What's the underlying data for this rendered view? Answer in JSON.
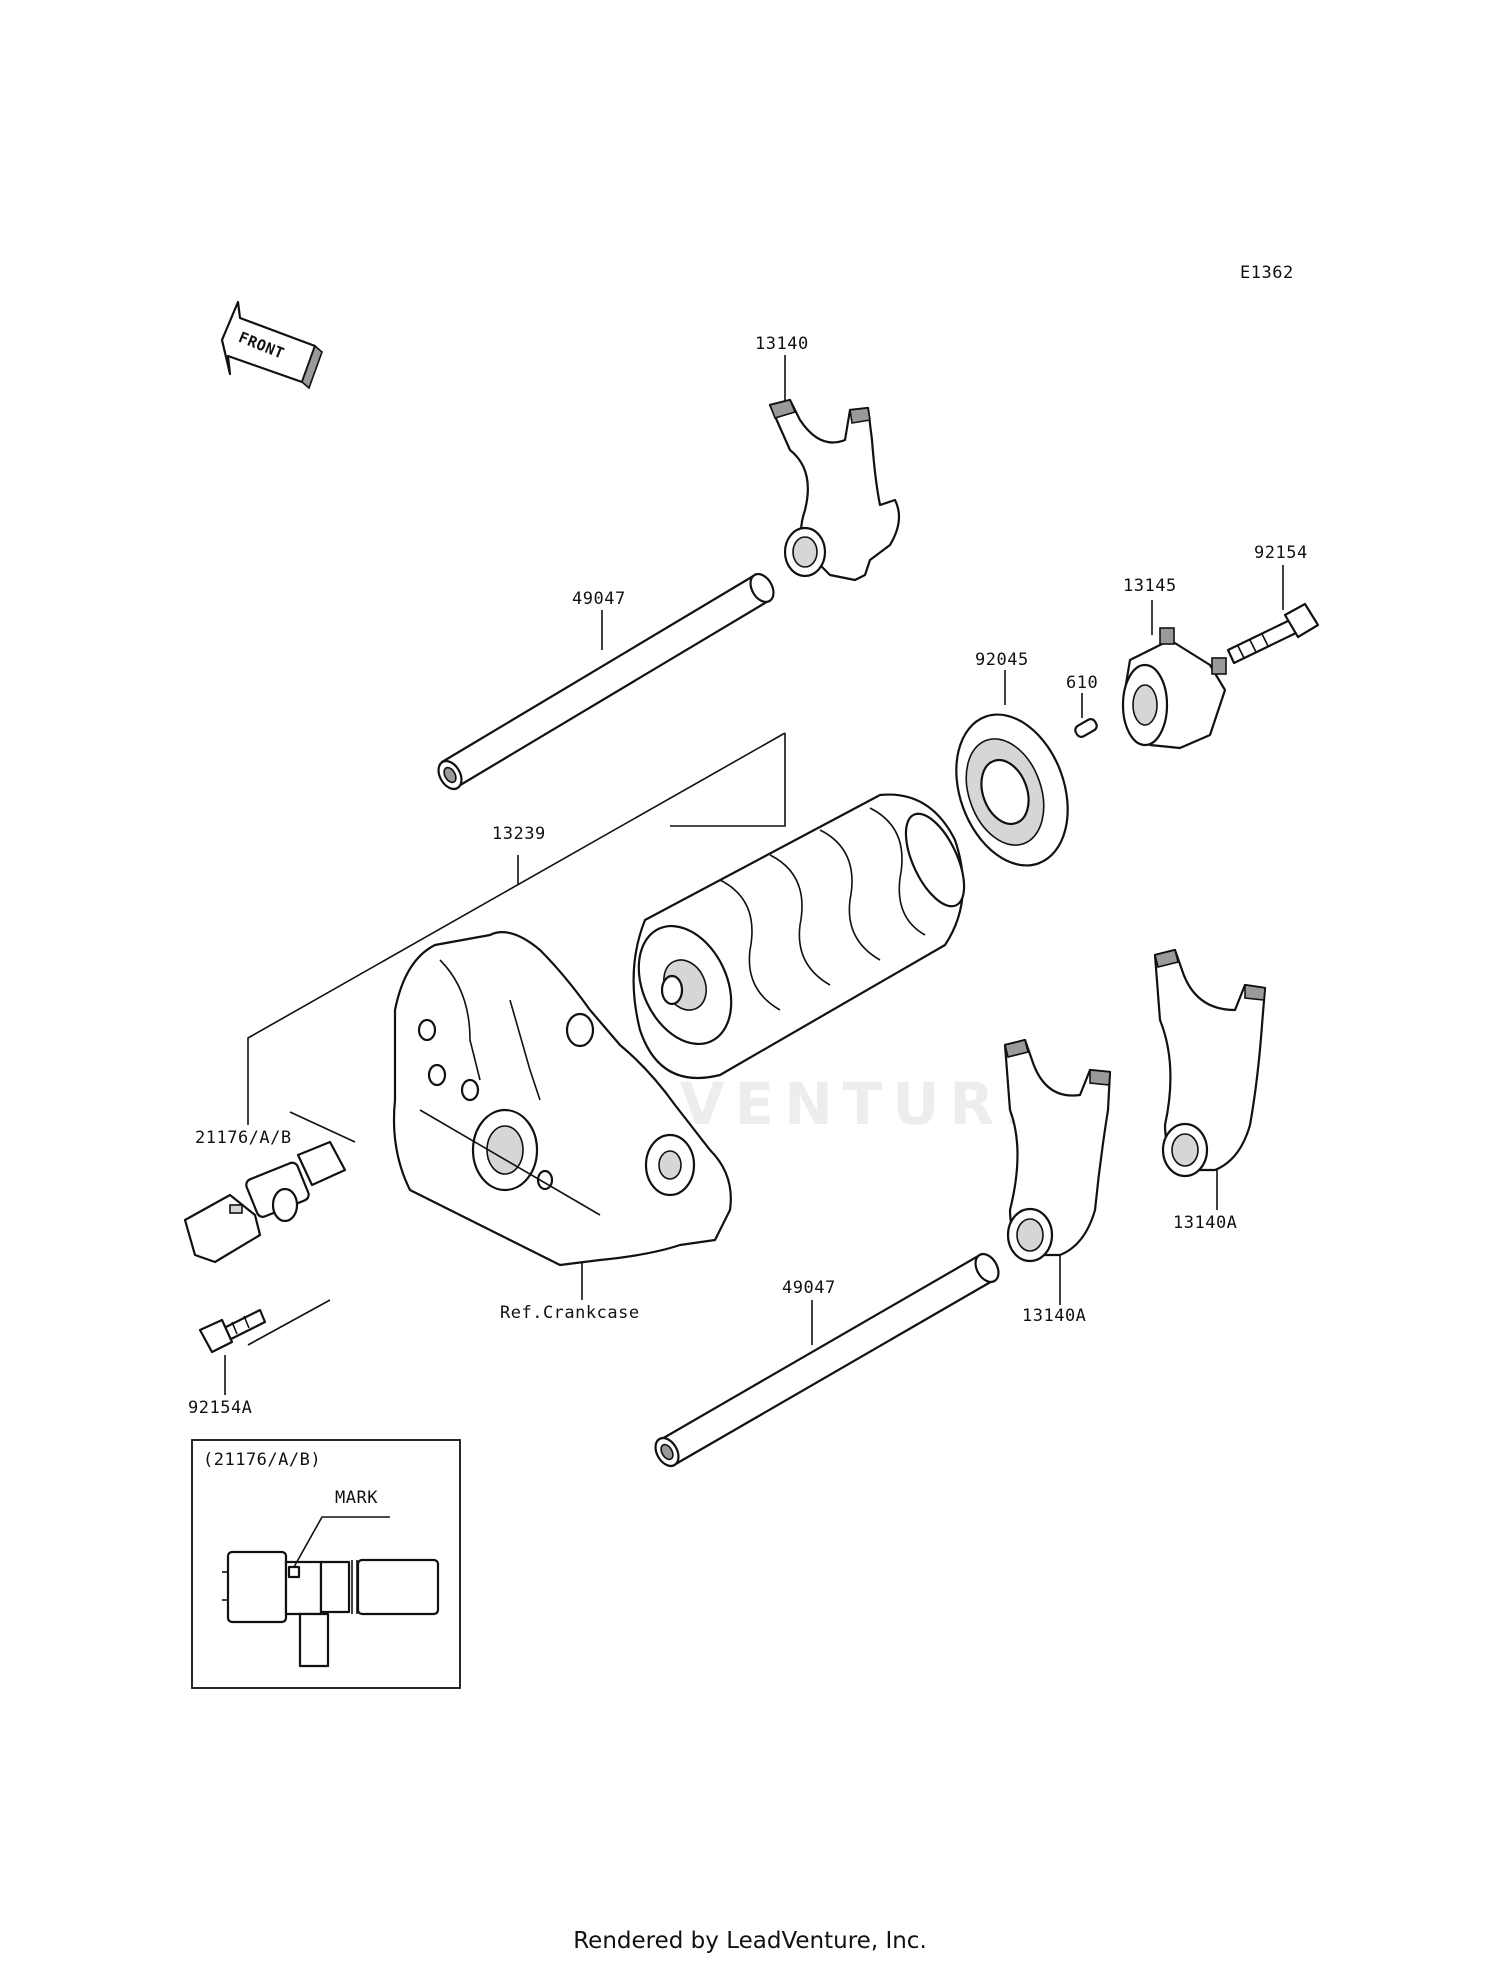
{
  "diagram_code": "E1362",
  "front_label": "FRONT",
  "parts": {
    "fork_top": "13140",
    "shaft_top": "49047",
    "drum": "13239",
    "bearing": "92045",
    "pin": "610",
    "cam": "13145",
    "bolt_top": "92154",
    "sensor": "21176/A/B",
    "crankcase_ref": "Ref.Crankcase",
    "bolt_bottom": "92154A",
    "shaft_bottom": "49047",
    "fork_mid": "13140A",
    "fork_right": "13140A"
  },
  "inset": {
    "title": "(21176/A/B)",
    "mark_label": "MARK"
  },
  "watermark": "LEADVENTURE",
  "footer": "Rendered by LeadVenture, Inc."
}
